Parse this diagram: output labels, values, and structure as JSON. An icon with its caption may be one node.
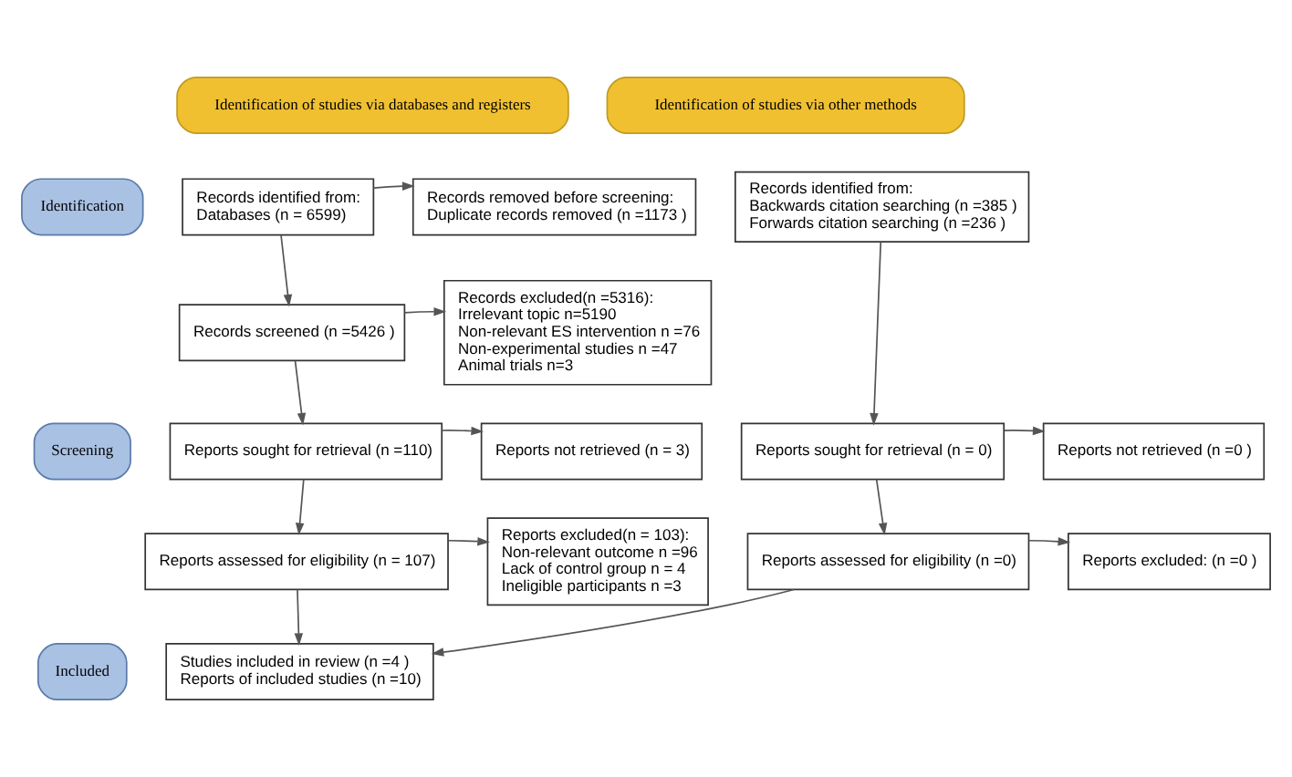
{
  "diagram": {
    "nodes": [
      {
        "text": [
          "Identification of studies via databases and registers"
        ]
      },
      {
        "text": [
          "Identification of studies via other methods"
        ]
      },
      {
        "text": [
          "Identification"
        ]
      },
      {
        "text": [
          "Screening"
        ]
      },
      {
        "text": [
          "Included"
        ]
      },
      {
        "text": [
          "Records identified from:",
          "Databases (n = 6599)"
        ]
      },
      {
        "text": [
          "Records removed before screening:",
          "Duplicate records removed (n =1173 )"
        ]
      },
      {
        "text": [
          "Records screened (n =5426 )"
        ]
      },
      {
        "text": [
          "Records excluded(n =5316):",
          "Irrelevant topic n=5190",
          "Non-relevant ES intervention n =76",
          "Non-experimental studies n =47",
          "Animal trials n=3"
        ]
      },
      {
        "text": [
          "Reports sought for retrieval (n =110)"
        ]
      },
      {
        "text": [
          "Reports not retrieved (n = 3)"
        ]
      },
      {
        "text": [
          "Reports assessed for eligibility (n = 107)"
        ]
      },
      {
        "text": [
          "Reports excluded(n = 103):",
          "Non-relevant outcome n =96",
          "Lack of control group n = 4",
          "Ineligible participants n =3"
        ]
      },
      {
        "text": [
          "Studies included in review (n =4 )",
          "Reports of included studies (n =10)"
        ]
      },
      {
        "text": [
          "Records identified from:",
          "Backwards citation searching (n =385 )",
          "Forwards citation searching (n =236 )"
        ]
      },
      {
        "text": [
          "Reports sought for retrieval (n = 0)"
        ]
      },
      {
        "text": [
          "Reports not retrieved (n =0 )"
        ]
      },
      {
        "text": [
          "Reports assessed for eligibility (n =0)"
        ]
      },
      {
        "text": [
          "Reports excluded: (n =0 )"
        ]
      }
    ],
    "edges": [
      {
        "from": 5,
        "to": 6,
        "arrow": "to"
      },
      {
        "from": 5,
        "to": 7,
        "arrow": "to"
      },
      {
        "from": 7,
        "to": 8,
        "arrow": "to"
      },
      {
        "from": 7,
        "to": 9,
        "arrow": "to"
      },
      {
        "from": 9,
        "to": 10,
        "arrow": "to"
      },
      {
        "from": 9,
        "to": 11,
        "arrow": "to"
      },
      {
        "from": 11,
        "to": 12,
        "arrow": "to"
      },
      {
        "from": 11,
        "to": 13,
        "arrow": "to"
      },
      {
        "from": 14,
        "to": 15,
        "arrow": "to"
      },
      {
        "from": 15,
        "to": 16,
        "arrow": "to"
      },
      {
        "from": 15,
        "to": 17,
        "arrow": "to"
      },
      {
        "from": 17,
        "to": 18,
        "arrow": "to"
      },
      {
        "from": 17,
        "to": 13,
        "arrow": "to"
      }
    ]
  }
}
